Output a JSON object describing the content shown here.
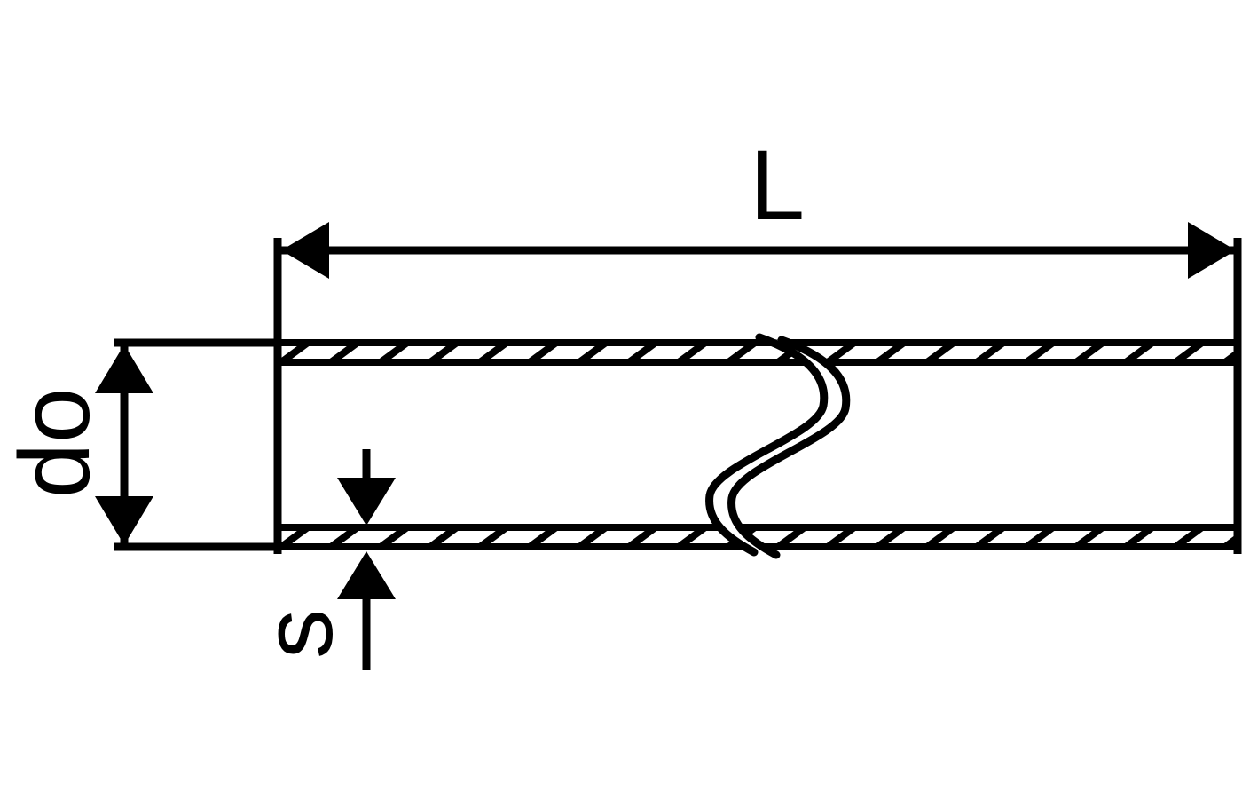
{
  "diagram": {
    "type": "technical-line-drawing",
    "subject": "Pipe section with break symbol and dimension callouts",
    "background_color": "#ffffff",
    "line_color": "#000000",
    "labels": {
      "length": "L",
      "outer_diameter": "do",
      "wall_thickness": "s"
    }
  }
}
